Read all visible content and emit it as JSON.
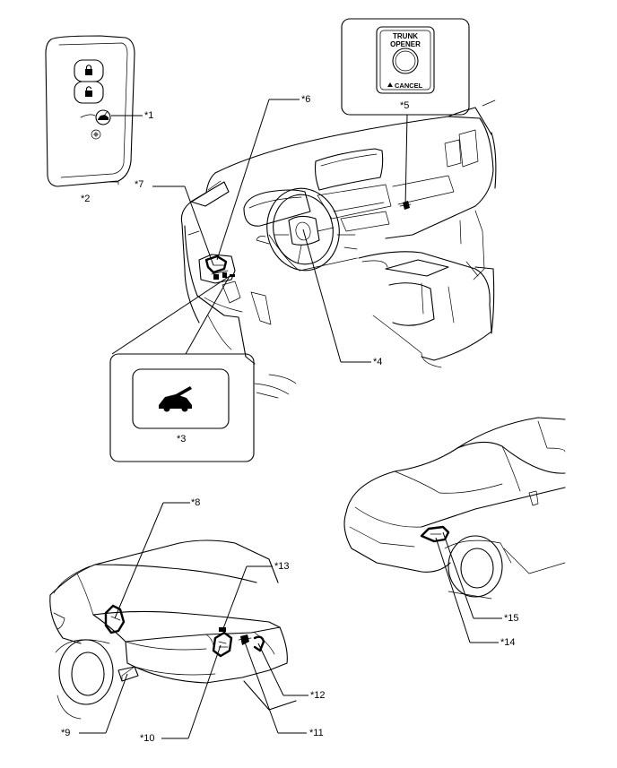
{
  "callouts": [
    {
      "id": "c1",
      "text": "*1"
    },
    {
      "id": "c2",
      "text": "*2"
    },
    {
      "id": "c3",
      "text": "*3"
    },
    {
      "id": "c4",
      "text": "*4"
    },
    {
      "id": "c5",
      "text": "*5"
    },
    {
      "id": "c6",
      "text": "*6"
    },
    {
      "id": "c7",
      "text": "*7"
    },
    {
      "id": "c8",
      "text": "*8"
    },
    {
      "id": "c9",
      "text": "*9"
    },
    {
      "id": "c10",
      "text": "*10"
    },
    {
      "id": "c11",
      "text": "*11"
    },
    {
      "id": "c12",
      "text": "*12"
    },
    {
      "id": "c13",
      "text": "*13"
    },
    {
      "id": "c14",
      "text": "*14"
    },
    {
      "id": "c15",
      "text": "*15"
    }
  ],
  "trunk_opener_panel": {
    "title_line1": "TRUNK",
    "title_line2": "OPENER",
    "cancel_label": "CANCEL"
  },
  "icons": {
    "key_lock": "lock-icon",
    "key_unlock": "unlock-icon",
    "key_trunk": "trunk-icon",
    "key_panic": "panic-icon",
    "switch_trunk": "trunk-open-icon",
    "cancel": "cancel-triangle-icon"
  }
}
